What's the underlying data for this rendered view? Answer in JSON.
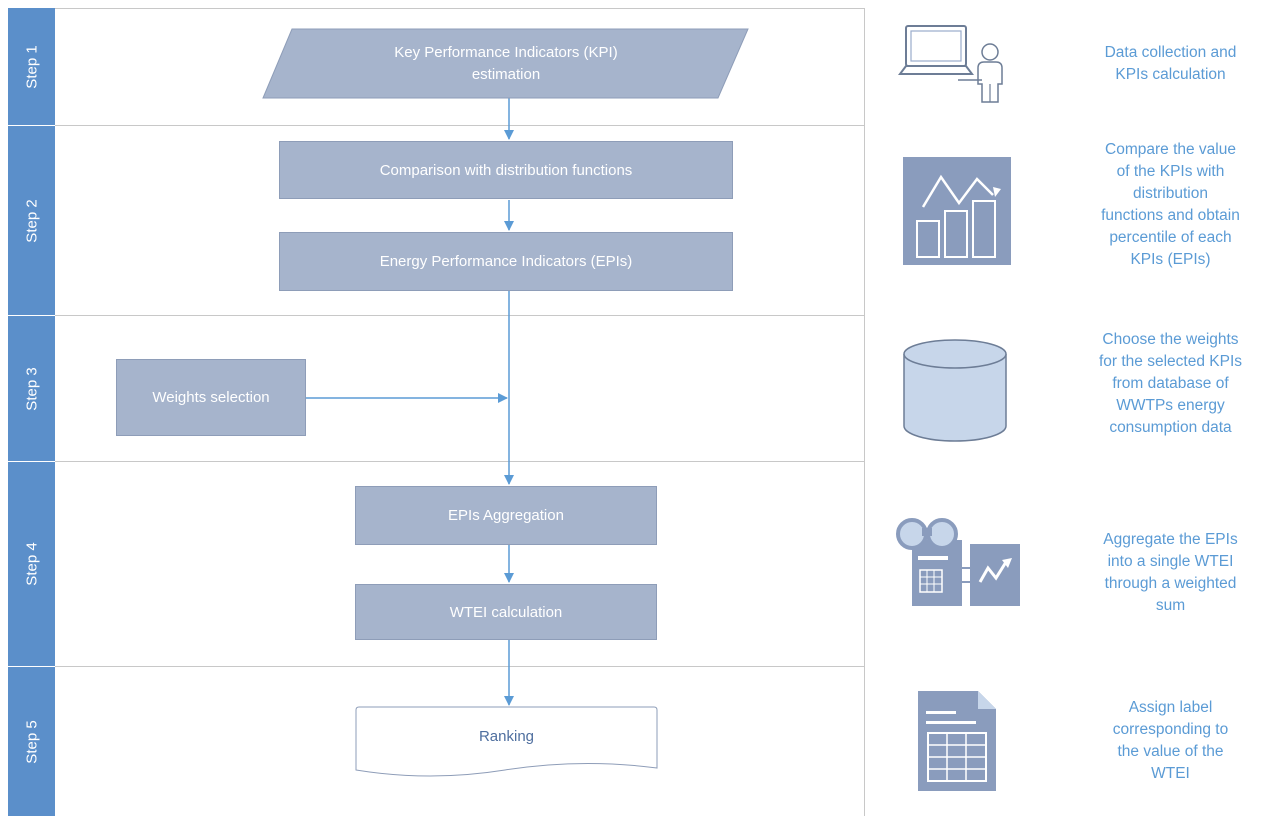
{
  "steps": [
    {
      "label": "Step 1"
    },
    {
      "label": "Step 2"
    },
    {
      "label": "Step 3"
    },
    {
      "label": "Step 4"
    },
    {
      "label": "Step 5"
    }
  ],
  "flow": {
    "kpi_estimation_line1": "Key Performance Indicators (KPI)",
    "kpi_estimation_line2": "estimation",
    "comparison": "Comparison with distribution functions",
    "epis": "Energy Performance Indicators (EPIs)",
    "weights": "Weights selection",
    "aggregation": "EPIs Aggregation",
    "wtei_calc": "WTEI calculation",
    "ranking": "Ranking"
  },
  "descriptions": {
    "step1": [
      "Data collection and",
      "KPIs calculation"
    ],
    "step2": [
      "Compare the value",
      "of the KPIs with",
      "distribution",
      "functions and obtain",
      "percentile of each",
      "KPIs (EPIs)"
    ],
    "step3": [
      "Choose the weights",
      "for the selected KPIs",
      "from  database of",
      "WWTPs energy",
      "consumption data"
    ],
    "step4": [
      "Aggregate the EPIs",
      "into a single WTEI",
      "through a weighted",
      "sum"
    ],
    "step5": [
      "Assign label",
      "corresponding to",
      "the value of the",
      "WTEI"
    ]
  },
  "icons": [
    "computer-user-icon",
    "chart-icon",
    "database-icon",
    "binoculars-report-icon",
    "table-document-icon"
  ],
  "colors": {
    "lane": "#5b8fca",
    "box": "#a6b4cc",
    "arrow": "#5b9bd5",
    "text_accent": "#5b9bd5"
  }
}
